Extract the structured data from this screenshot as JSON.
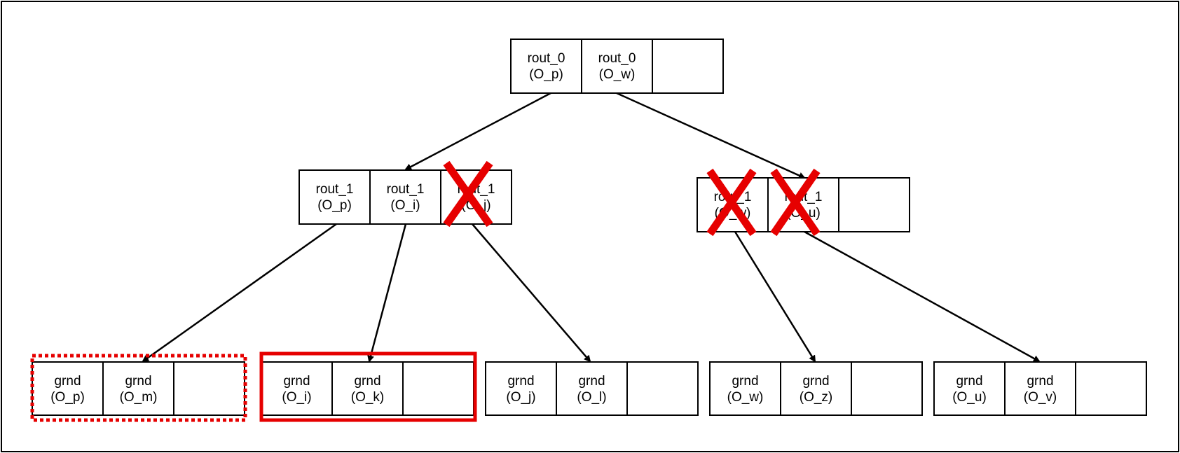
{
  "colors": {
    "stroke": "#000000",
    "highlight": "#e60000",
    "background": "#ffffff"
  },
  "root": {
    "cells": [
      {
        "line1": "rout_0",
        "line2": "(O_p)"
      },
      {
        "line1": "rout_0",
        "line2": "(O_w)"
      },
      {
        "line1": "",
        "line2": ""
      }
    ]
  },
  "mid_left": {
    "cells": [
      {
        "line1": "rout_1",
        "line2": "(O_p)"
      },
      {
        "line1": "rout_1",
        "line2": "(O_i)"
      },
      {
        "line1": "rout_1",
        "line2": "(O_j)"
      }
    ]
  },
  "mid_right": {
    "cells": [
      {
        "line1": "rout_1",
        "line2": "(O_w)"
      },
      {
        "line1": "rout_1",
        "line2": "(O_u)"
      },
      {
        "line1": "",
        "line2": ""
      }
    ]
  },
  "leaves": [
    {
      "cells": [
        {
          "line1": "grnd",
          "line2": "(O_p)"
        },
        {
          "line1": "grnd",
          "line2": "(O_m)"
        },
        {
          "line1": "",
          "line2": ""
        }
      ]
    },
    {
      "cells": [
        {
          "line1": "grnd",
          "line2": "(O_i)"
        },
        {
          "line1": "grnd",
          "line2": "(O_k)"
        },
        {
          "line1": "",
          "line2": ""
        }
      ]
    },
    {
      "cells": [
        {
          "line1": "grnd",
          "line2": "(O_j)"
        },
        {
          "line1": "grnd",
          "line2": "(O_l)"
        },
        {
          "line1": "",
          "line2": ""
        }
      ]
    },
    {
      "cells": [
        {
          "line1": "grnd",
          "line2": "(O_w)"
        },
        {
          "line1": "grnd",
          "line2": "(O_z)"
        },
        {
          "line1": "",
          "line2": ""
        }
      ]
    },
    {
      "cells": [
        {
          "line1": "grnd",
          "line2": "(O_u)"
        },
        {
          "line1": "grnd",
          "line2": "(O_v)"
        },
        {
          "line1": "",
          "line2": ""
        }
      ]
    }
  ]
}
